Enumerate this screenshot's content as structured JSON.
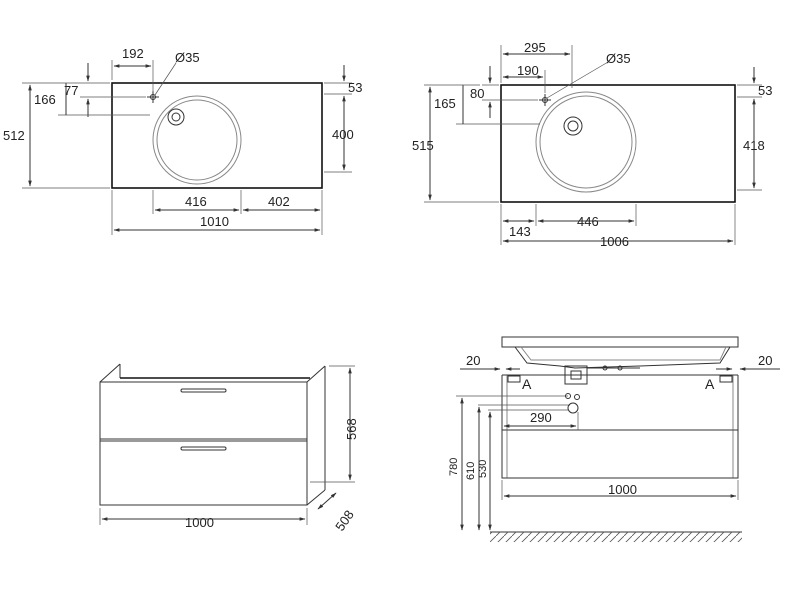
{
  "top_left_view": {
    "hole_offset_x": "192",
    "hole_diameter": "Ø35",
    "hole_offset_y": "77",
    "basin_center_y": "166",
    "depth": "512",
    "right_margin_top": "53",
    "right_height": "400",
    "basin_center_x": "416",
    "right_width": "402",
    "total_width": "1010"
  },
  "top_right_view": {
    "hole_offset_x_outer": "295",
    "hole_offset_x": "190",
    "hole_diameter": "Ø35",
    "hole_offset_y": "80",
    "basin_center_y": "165",
    "depth": "515",
    "right_margin_top": "53",
    "right_height": "418",
    "left_margin": "143",
    "basin_width": "446",
    "total_width": "1006"
  },
  "cabinet_view": {
    "height": "568",
    "width": "1000",
    "depth": "508"
  },
  "front_section_view": {
    "left_gap": "20",
    "right_gap": "20",
    "section_marker_left": "A",
    "section_marker_right": "A",
    "drain_offset": "290",
    "height_780": "780",
    "height_610": "610",
    "height_530": "530",
    "width": "1000"
  }
}
